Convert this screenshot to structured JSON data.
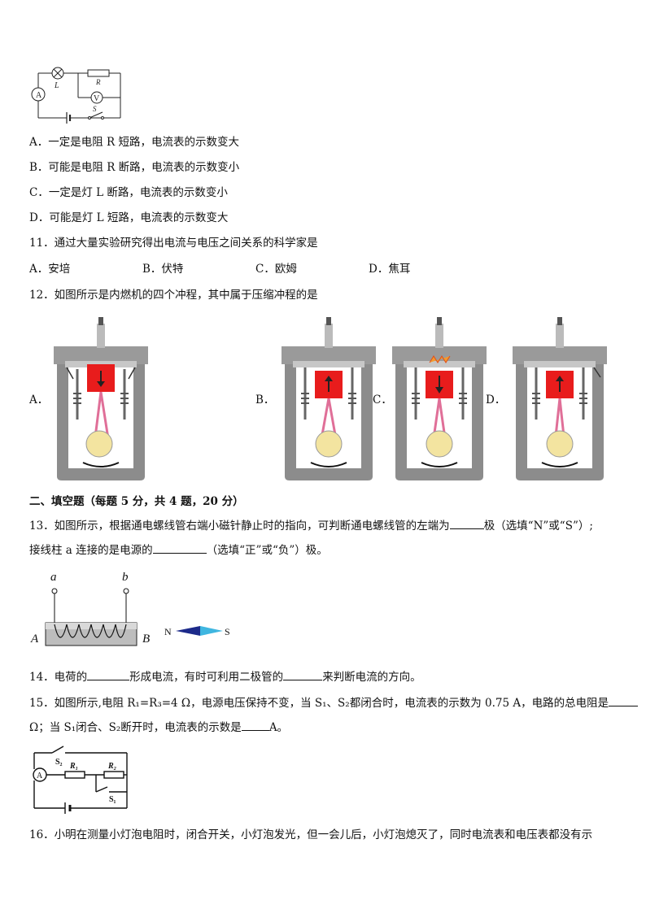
{
  "q10": {
    "circuit_labels": {
      "ammeter": "A",
      "lamp": "L",
      "resistor": "R",
      "voltmeter": "V",
      "switch": "S"
    },
    "options": [
      "A．一定是电阻 R 短路，电流表的示数变大",
      "B．可能是电阻 R 断路，电流表的示数变小",
      "C．一定是灯 L 断路，电流表的示数变小",
      "D．可能是灯 L 短路，电流表的示数变大"
    ]
  },
  "q11": {
    "stem": "11．通过大量实验研究得出电流与电压之间关系的科学家是",
    "options": [
      "A．安培",
      "B．伏特",
      "C．欧姆",
      "D．焦耳"
    ]
  },
  "q12": {
    "stem": "12．如图所示是内燃机的四个冲程，其中属于压缩冲程的是",
    "labels": [
      "A．",
      "B．",
      "C．",
      "D．"
    ]
  },
  "section2": {
    "title": "二、填空题（每题 5 分，共 4 题，20 分）"
  },
  "q13": {
    "line1_a": "13．如图所示，根据通电螺线管右端小磁针静止时的指向，可判断通电螺线管的左端为",
    "line1_b": "极（选填“N”或“S”）;",
    "line2_a": "接线柱 a 连接的是电源的",
    "line2_b": "（选填“正”或“负”）极。",
    "fig": {
      "terminal_a": "a",
      "terminal_b": "b",
      "end_A": "A",
      "end_B": "B",
      "needle_N": "N",
      "needle_S": "S"
    }
  },
  "q14": {
    "a": "14．电荷的",
    "b": "形成电流，有时可利用二极管的",
    "c": "来判断电流的方向。"
  },
  "q15": {
    "line1_a": "15．如图所示,电阻 R₁=R₃=4 Ω，电源电压保持不变，当 S₁、S₂都闭合时，电流表的示数为 0.75 A，电路的总电阻是",
    "line2_a": "Ω；当 S₁闭合、S₂断开时，电流表的示数是",
    "line2_b": "A。",
    "fig": {
      "switch2": "S₂",
      "resistor1": "R₁",
      "resistor2": "R₂",
      "ammeter": "A",
      "switch1": "S₁"
    }
  },
  "q16": {
    "text": "16．小明在测量小灯泡电阻时，闭合开关，小灯泡发光，但一会儿后，小灯泡熄灭了，同时电流表和电压表都没有示"
  }
}
